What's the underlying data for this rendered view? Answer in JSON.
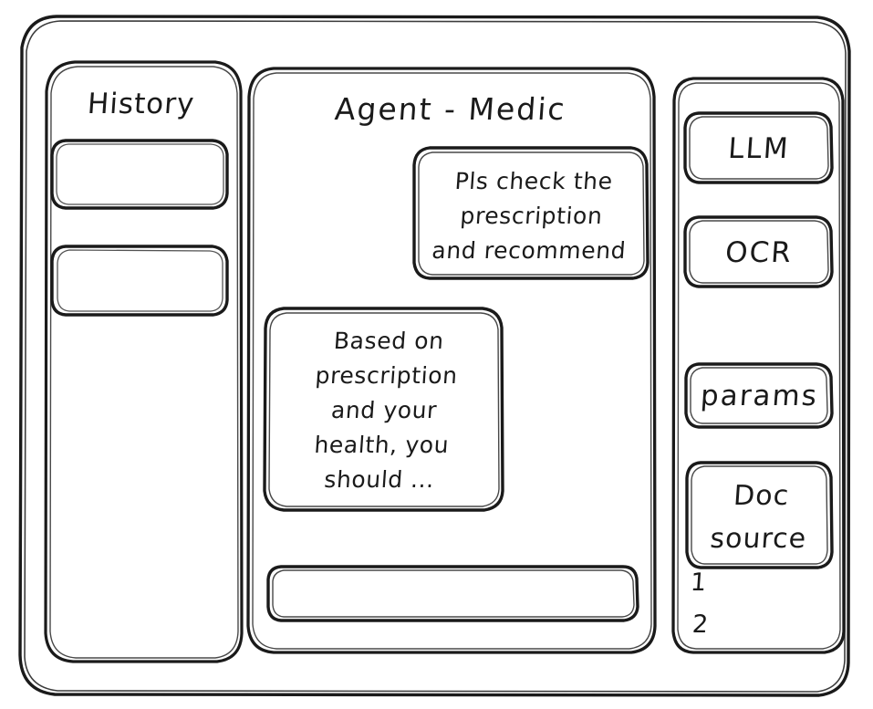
{
  "window": {
    "style": "hand-drawn-wireframe",
    "stroke_color": "#1a1a1a",
    "background_color": "#ffffff"
  },
  "sidebar_left": {
    "title": "History",
    "items": [
      {
        "label": ""
      },
      {
        "label": ""
      }
    ]
  },
  "main": {
    "title": "Agent - Medic",
    "messages": [
      {
        "role": "user",
        "align": "right",
        "text": "Pls check the\nprescription\nand recommend"
      },
      {
        "role": "assistant",
        "align": "left",
        "text": "Based on\nprescription\nand your\nhealth, you\nshould ..."
      }
    ],
    "composer": {
      "value": "",
      "placeholder": ""
    }
  },
  "sidebar_right": {
    "buttons": [
      {
        "label": "LLM"
      },
      {
        "label": "OCR"
      },
      {
        "label": "params"
      }
    ],
    "doc_source": {
      "label": "Doc\nsource",
      "items": [
        "1",
        "2"
      ]
    }
  }
}
